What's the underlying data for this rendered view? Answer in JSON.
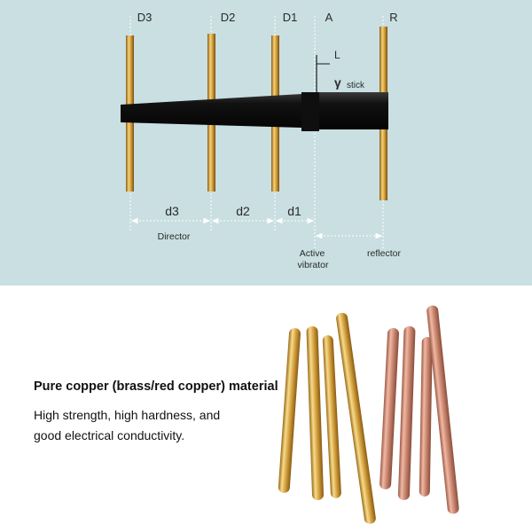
{
  "diagram": {
    "element_labels": [
      "D3",
      "D2",
      "D1",
      "A",
      "R"
    ],
    "spacing_labels": [
      "d3",
      "d2",
      "d1"
    ],
    "director_label": "Director",
    "active_label_line1": "Active",
    "active_label_line2": "vibrator",
    "reflector_label": "reflector",
    "length_label": "L",
    "gamma_symbol": "γ",
    "gamma_sub": "stick"
  },
  "material": {
    "heading": "Pure copper (brass/red copper) material",
    "desc_line1": "High strength, high hardness, and",
    "desc_line2": "good electrical conductivity."
  },
  "colors": {
    "panel_background": "#c9dfe2",
    "brass": "#d9a441",
    "red_copper": "#d08d76",
    "boom": "#1a1a1a"
  }
}
